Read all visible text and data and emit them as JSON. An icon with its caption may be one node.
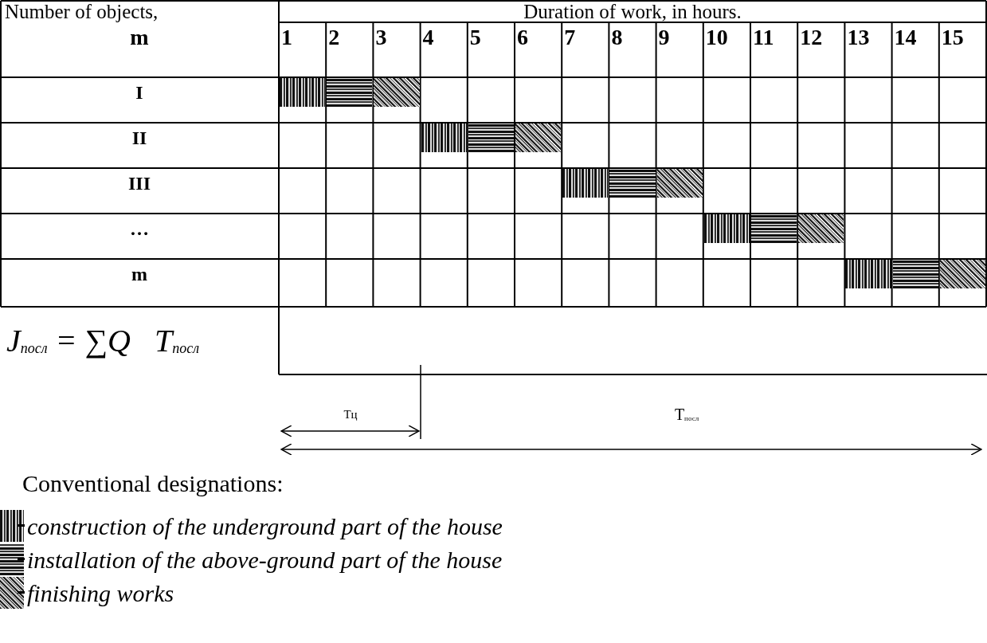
{
  "diagram": {
    "nodes": [
      {
        "text": [],
        "shape": "bar"
      },
      {
        "text": [],
        "shape": "bar"
      },
      {
        "text": [],
        "shape": "bar"
      },
      {
        "text": [],
        "shape": "bar"
      },
      {
        "text": [],
        "shape": "bar"
      },
      {
        "text": [],
        "shape": "bar"
      },
      {
        "text": [],
        "shape": "bar"
      },
      {
        "text": [],
        "shape": "bar"
      },
      {
        "text": [],
        "shape": "bar"
      },
      {
        "text": [],
        "shape": "bar"
      },
      {
        "text": [],
        "shape": "bar"
      },
      {
        "text": [],
        "shape": "bar"
      },
      {
        "text": [],
        "shape": "bar"
      },
      {
        "text": [],
        "shape": "bar"
      },
      {
        "text": [],
        "shape": "bar"
      }
    ],
    "labels": [
      "Number of objects,",
      "Duration of work, in hours.",
      "m",
      "1",
      "2",
      "3",
      "4",
      "5",
      "6",
      "7",
      "8",
      "9",
      "10",
      "11",
      "12",
      "13",
      "14",
      "15",
      "I",
      "II",
      "III",
      "…",
      "m",
      "J$_{посл}$ = ∑Q   T$_{посл}$",
      "Тц",
      "Т$_{посл}$",
      "Conventional designations:"
    ],
    "legend": [
      {
        "text": "construction of the underground part of the house"
      },
      {
        "text": "installation of the above-ground part of the house"
      },
      {
        "text": "finishing works"
      }
    ]
  }
}
